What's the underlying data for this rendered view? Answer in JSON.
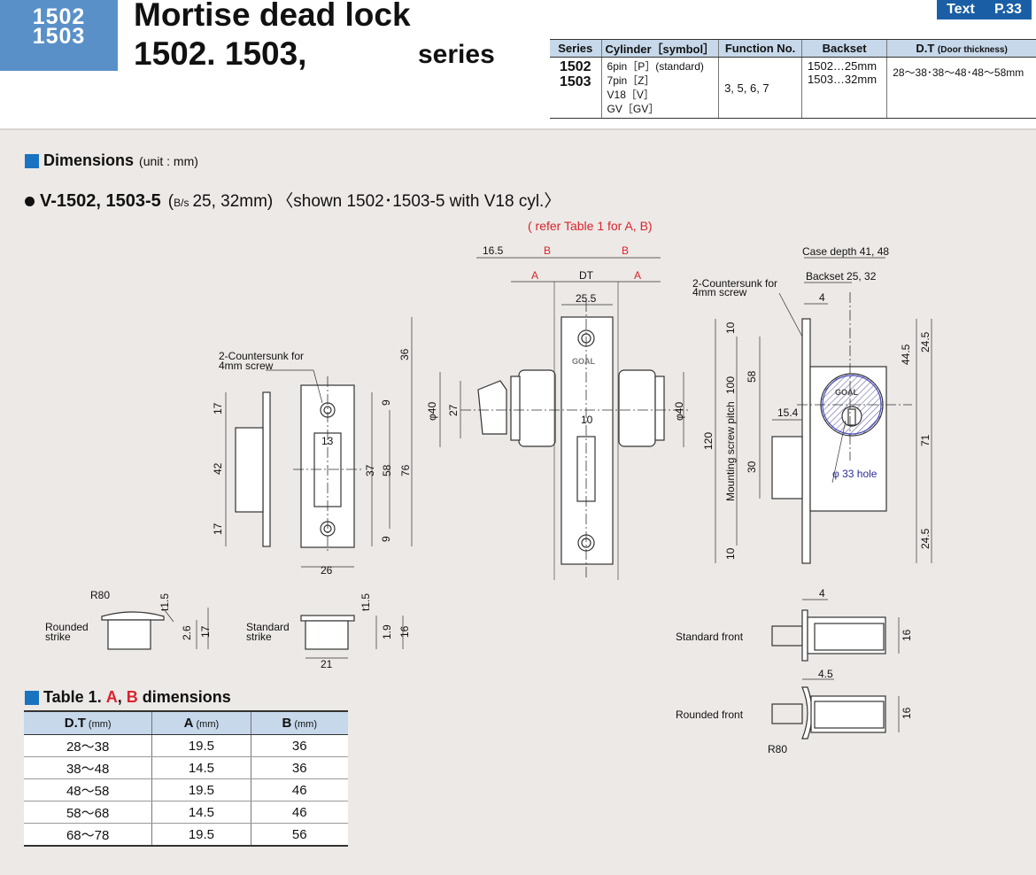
{
  "header": {
    "badge_line1": "1502",
    "badge_line2": "1503",
    "title": "Mortise dead lock",
    "subtitle": "1502. 1503,",
    "series_word": "series",
    "text_label": "Text",
    "text_page": "P.33"
  },
  "spec_table": {
    "headers": [
      "Series",
      "Cylinder［symbol］",
      "Function No.",
      "Backset",
      "D.T"
    ],
    "dt_note": "(Door thickness)",
    "series": [
      "1502",
      "1503"
    ],
    "cylinders": [
      "6pin［P］(standard)",
      "7pin［Z］",
      "V18［V］",
      "GV［GV］"
    ],
    "function_no": "3, 5, 6, 7",
    "backset": [
      "1502…25mm",
      "1503…32mm"
    ],
    "dt": "28〜38･38〜48･48〜58mm"
  },
  "dimensions": {
    "title": "Dimensions",
    "unit": "(unit : mm)",
    "model": "V-1502, 1503-5",
    "bs_prefix": "(",
    "bs_label": "B/s",
    "bs_values": "25, 32mm)",
    "shown": "〈shown 1502･1503-5 with  V18 cyl.〉",
    "refer": "( refer Table 1 for A, B)"
  },
  "drawing": {
    "countersunk": [
      "2-Countersunk for",
      "4mm screw"
    ],
    "countersunk_right": [
      "2-Countersunk for",
      "4mm screw"
    ],
    "strike_dims": [
      "17",
      "42",
      "17",
      "26",
      "13",
      "9",
      "37",
      "58",
      "9",
      "76",
      "36"
    ],
    "case_dims": [
      "16.5",
      "B",
      "B",
      "A",
      "DT",
      "A",
      "25.5",
      "27",
      "φ40",
      "φ40",
      "10"
    ],
    "logo": "GOAL",
    "case_depth": "Case depth 41, 48",
    "backset_label": "Backset 25, 32",
    "side_dims": [
      "4",
      "10",
      "58",
      "100",
      "120",
      "15.4",
      "30",
      "10",
      "44.5",
      "24.5",
      "71",
      "24.5"
    ],
    "pitch_label": "Mounting screw pitch",
    "hole_label": "φ 33 hole",
    "r80": "R80",
    "rounded_strike": [
      "Rounded",
      "strike"
    ],
    "standard_strike": [
      "Standard",
      "strike"
    ],
    "strike_small_dims": [
      "t1.5",
      "2.6",
      "17",
      "t1.5",
      "1.9",
      "16",
      "21"
    ],
    "standard_front": "Standard front",
    "rounded_front": "Rounded front",
    "front_dims": [
      "4",
      "16",
      "4.5",
      "16"
    ],
    "r80_front": "R80"
  },
  "table1": {
    "title_prefix": "Table 1. ",
    "a": "A",
    "comma": ", ",
    "b": "B",
    "title_suffix": " dimensions",
    "headers": [
      "D.T",
      "A",
      "B"
    ],
    "unit": "(mm)",
    "rows": [
      [
        "28～38",
        "19.5",
        "36"
      ],
      [
        "38～48",
        "14.5",
        "36"
      ],
      [
        "48～58",
        "19.5",
        "46"
      ],
      [
        "58～68",
        "14.5",
        "46"
      ],
      [
        "68～78",
        "19.5",
        "56"
      ]
    ]
  }
}
